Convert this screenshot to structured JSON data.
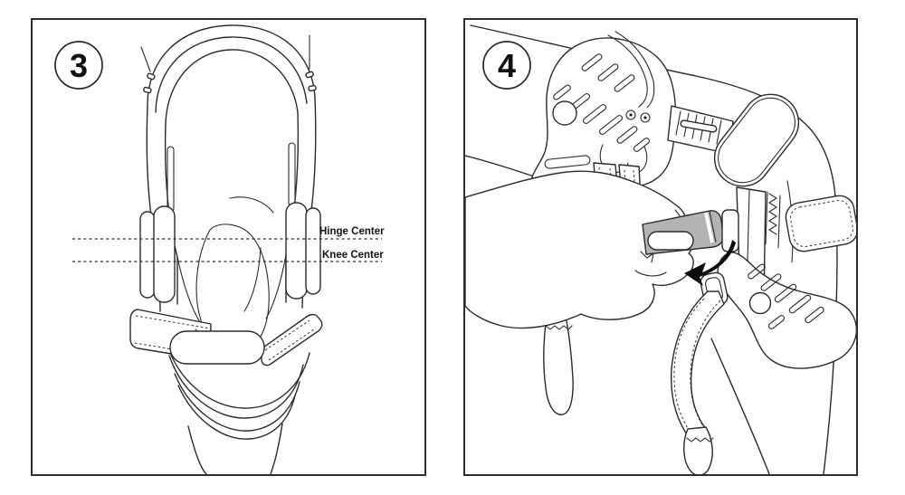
{
  "figure": {
    "background": "#ffffff",
    "line_color": "#2b2b2b",
    "panel_border_color": "#2f2f2f",
    "label_color": "#111111",
    "pull_tab_color": "#b3b3b3",
    "arrow_color": "#0d0d0d"
  },
  "panel_step3": {
    "step_number": "3",
    "hinge_center_label": "Hinge Center",
    "knee_center_label": "Knee Center"
  },
  "panel_step4": {
    "step_number": "4"
  }
}
